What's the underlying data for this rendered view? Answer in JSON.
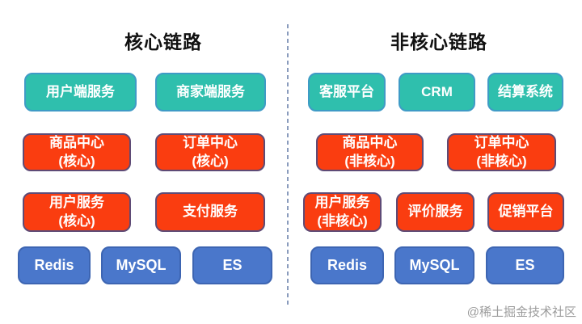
{
  "watermark": "@稀土掘金技术社区",
  "colors": {
    "teal_node": "#2FBFAD",
    "red_node": "#FA3D10",
    "blue_node": "#4A77CB",
    "divider": "#8A9CBD",
    "node_text": "#FFFFFF",
    "title_text": "#111111"
  },
  "left": {
    "title": "核心链路",
    "rows": [
      {
        "boxes": [
          {
            "label": "用户端服务"
          },
          {
            "label": "商家端服务"
          }
        ]
      },
      {
        "boxes": [
          {
            "label": "商品中心\n(核心)"
          },
          {
            "label": "订单中心\n(核心)"
          }
        ]
      },
      {
        "boxes": [
          {
            "label": "用户服务\n(核心)"
          },
          {
            "label": "支付服务"
          }
        ]
      },
      {
        "boxes": [
          {
            "label": "Redis"
          },
          {
            "label": "MySQL"
          },
          {
            "label": "ES"
          }
        ]
      }
    ]
  },
  "right": {
    "title": "非核心链路",
    "rows": [
      {
        "boxes": [
          {
            "label": "客服平台"
          },
          {
            "label": "CRM"
          },
          {
            "label": "结算系统"
          }
        ]
      },
      {
        "boxes": [
          {
            "label": "商品中心\n(非核心)"
          },
          {
            "label": "订单中心\n(非核心)"
          }
        ]
      },
      {
        "boxes": [
          {
            "label": "用户服务\n(非核心)"
          },
          {
            "label": "评价服务"
          },
          {
            "label": "促销平台"
          }
        ]
      },
      {
        "boxes": [
          {
            "label": "Redis"
          },
          {
            "label": "MySQL"
          },
          {
            "label": "ES"
          }
        ]
      }
    ]
  }
}
